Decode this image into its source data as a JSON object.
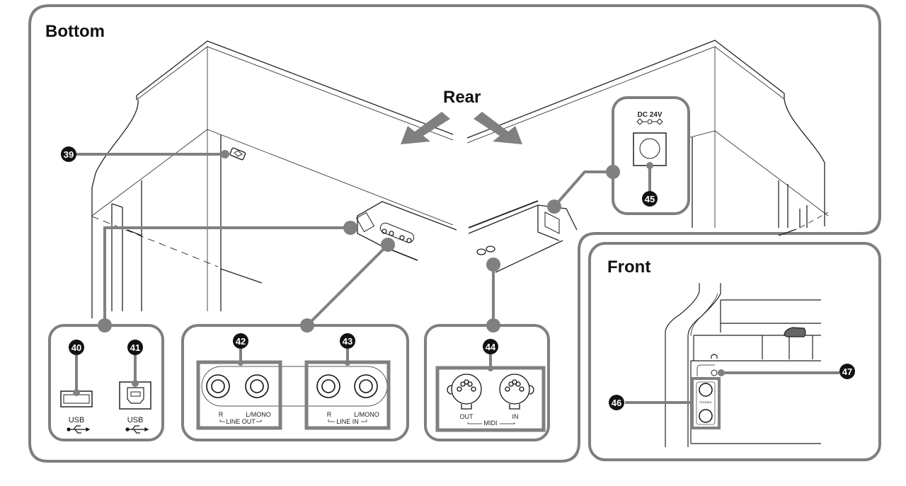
{
  "diagram": {
    "sections": {
      "bottom": {
        "title": "Bottom"
      },
      "front": {
        "title": "Front"
      },
      "rear_label": "Rear"
    },
    "colors": {
      "panel_border": "#7f7f7f",
      "callout": "#808080",
      "badge": "#111111",
      "line": "#222222"
    },
    "callouts": [
      {
        "number": "39",
        "name": "pedal-connector"
      },
      {
        "number": "40",
        "name": "usb-flash-drive-port",
        "label": "USB"
      },
      {
        "number": "41",
        "name": "usb-port",
        "label": "USB"
      },
      {
        "number": "42",
        "name": "line-out-jacks",
        "labels": [
          "R",
          "L/MONO"
        ],
        "group": "LINE OUT"
      },
      {
        "number": "43",
        "name": "line-in-jacks",
        "labels": [
          "R",
          "L/MONO"
        ],
        "group": "LINE IN"
      },
      {
        "number": "44",
        "name": "midi-terminals",
        "labels": [
          "OUT",
          "IN"
        ],
        "group": "MIDI"
      },
      {
        "number": "45",
        "name": "dc-24v-terminal",
        "label": "DC 24V"
      },
      {
        "number": "46",
        "name": "phones-jacks",
        "label": "PHONES"
      },
      {
        "number": "47",
        "name": "power-lamp"
      }
    ]
  }
}
